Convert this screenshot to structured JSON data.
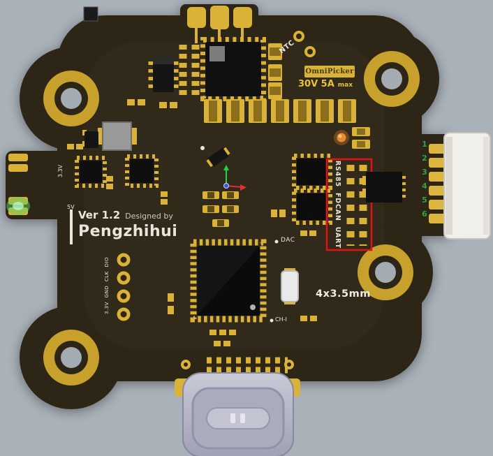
{
  "colors": {
    "background": "#a9b1b9",
    "board": "#2d2616",
    "gold": "#d9b237",
    "silkscreen": "#e9e5da",
    "annotation_red": "#e21313",
    "pin_number_green": "#35a23c",
    "led_orange": "#e88a2e",
    "rating_yellow": "#e8c23a"
  },
  "labels": {
    "ntc": "NTC",
    "brand": "OmniPicker",
    "rating": "30V 5A",
    "rating_max": "max",
    "rail_33": "3.3V",
    "rail_5": "5V",
    "version": "Ver 1.2",
    "designed_by": "Designed by",
    "author": "Pengzhihui",
    "interfaces": "RS485 FDCAN UART",
    "dac": "DAC",
    "ch_i": "CH-I",
    "mounting": "4x3.5mm",
    "debug_header": "3.3V GND CLK DIO"
  },
  "connector": {
    "pin_numbers": [
      "1",
      "2",
      "3",
      "4",
      "5",
      "6"
    ]
  }
}
